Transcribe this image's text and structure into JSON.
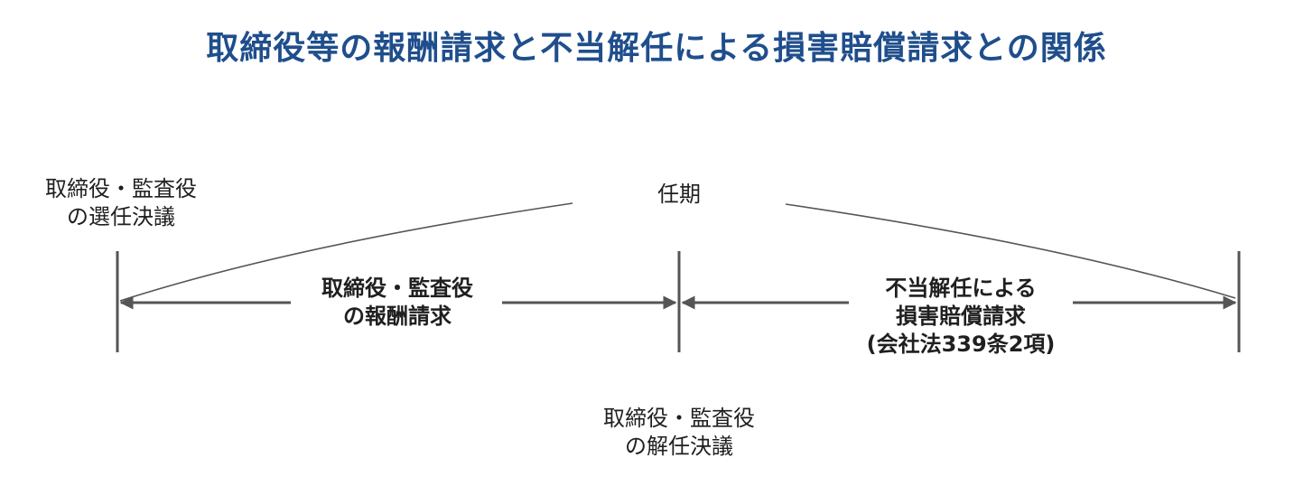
{
  "title": "取締役等の報酬請求と不当解任による損害賠償請求との関係",
  "term_label": "任期",
  "election": {
    "line1": "取締役・監査役",
    "line2": "の選任決議"
  },
  "dismissal": {
    "line1": "取締役・監査役",
    "line2": "の解任決議"
  },
  "remuneration_claim": {
    "line1": "取締役・監査役",
    "line2": "の報酬請求"
  },
  "damages_claim": {
    "line1": "不当解任による",
    "line2": "損害賠償請求",
    "line3": "(会社法339条2項)"
  },
  "colors": {
    "title": "#1f4e8c",
    "lines": "#555555"
  }
}
